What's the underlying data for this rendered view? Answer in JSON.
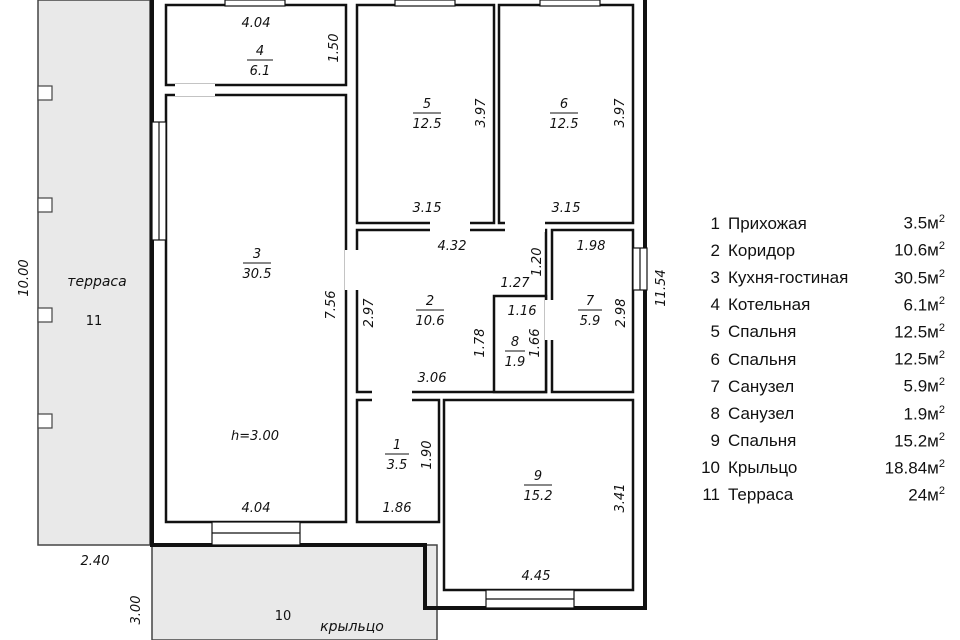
{
  "rooms": {
    "r1": {
      "number": "1",
      "area": "3.5",
      "width": "1.86",
      "height": "1.90"
    },
    "r2": {
      "number": "2",
      "area": "10.6",
      "top": "4.32",
      "left": "2.97",
      "bottom": "3.06",
      "inner_h": "1.78",
      "inner_w": "1.27",
      "inner_v": "1.20"
    },
    "r3": {
      "number": "3",
      "area": "30.5",
      "width": "4.04",
      "height": "7.56",
      "ceiling": "h=3.00"
    },
    "r4": {
      "number": "4",
      "area": "6.1",
      "width": "4.04",
      "height": "1.50"
    },
    "r5": {
      "number": "5",
      "area": "12.5",
      "width": "3.15",
      "height": "3.97"
    },
    "r6": {
      "number": "6",
      "area": "12.5",
      "width": "3.15",
      "height": "3.97"
    },
    "r7": {
      "number": "7",
      "area": "5.9",
      "width": "1.98",
      "height": "2.98"
    },
    "r8": {
      "number": "8",
      "area": "1.9",
      "width": "1.16",
      "height": "1.66"
    },
    "r9": {
      "number": "9",
      "area": "15.2",
      "width": "4.45",
      "height": "3.41"
    },
    "terrace": {
      "name": "терраса",
      "number": "11",
      "height": "10.00",
      "width": "2.40"
    },
    "porch": {
      "name": "крыльцо",
      "number": "10",
      "height": "3.00"
    }
  },
  "outer": {
    "height": "11.54"
  },
  "legend": [
    {
      "idx": "1",
      "name": "Прихожая",
      "area": "3.5м",
      "sup": "2"
    },
    {
      "idx": "2",
      "name": "Коридор",
      "area": "10.6м",
      "sup": "2"
    },
    {
      "idx": "3",
      "name": "Кухня-гостиная",
      "area": "30.5м",
      "sup": "2"
    },
    {
      "idx": "4",
      "name": "Котельная",
      "area": "6.1м",
      "sup": "2"
    },
    {
      "idx": "5",
      "name": "Спальня",
      "area": "12.5м",
      "sup": "2"
    },
    {
      "idx": "6",
      "name": "Спальня",
      "area": "12.5м",
      "sup": "2"
    },
    {
      "idx": "7",
      "name": "Санузел",
      "area": "5.9м",
      "sup": "2"
    },
    {
      "idx": "8",
      "name": "Санузел",
      "area": "1.9м",
      "sup": "2"
    },
    {
      "idx": "9",
      "name": "Спальня",
      "area": "15.2м",
      "sup": "2"
    },
    {
      "idx": "10",
      "name": "Крыльцо",
      "area": "18.84м",
      "sup": "2"
    },
    {
      "idx": "11",
      "name": "Терраса",
      "area": "24м",
      "sup": "2"
    }
  ]
}
